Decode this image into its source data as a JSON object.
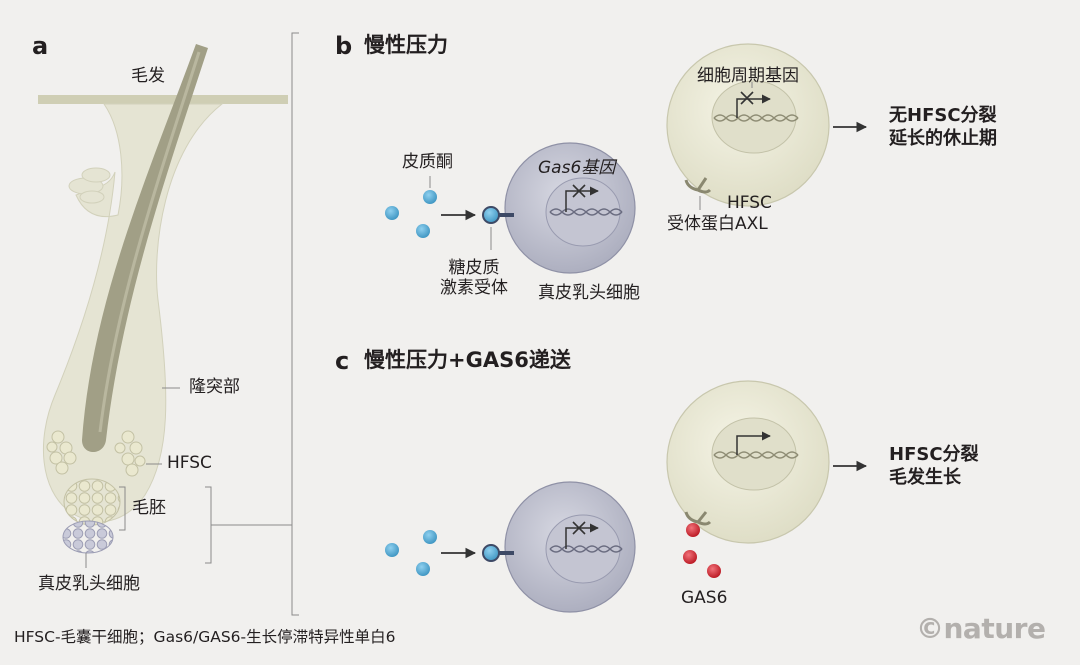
{
  "panel_a": {
    "letter": "a",
    "hair_label": "毛发",
    "bulge_label": "隆突部",
    "hfsc_label": "HFSC",
    "germ_label": "毛胚",
    "papilla_label": "真皮乳头细胞"
  },
  "panel_b": {
    "letter": "b",
    "title": "慢性压力",
    "hormone_label": "皮质酮",
    "receptor_label": "糖皮质\n激素受体",
    "gene_label": "Gas6基因",
    "papilla_label": "真皮乳头细胞",
    "cell_cycle_label": "细胞周期基因",
    "hfsc_label": "HFSC",
    "axl_label": "受体蛋白AXL",
    "outcome": "无HFSC分裂\n延长的休止期"
  },
  "panel_c": {
    "letter": "c",
    "title": "慢性压力+GAS6递送",
    "gas6_label": "GAS6",
    "outcome": "HFSC分裂\n毛发生长"
  },
  "footnote": "HFSC-毛囊干细胞；Gas6/GAS6-生长停滞特异性单白6",
  "logo": "©nature",
  "colors": {
    "background": "#f1f0ee",
    "follicle": "#e5e4d3",
    "hair": "#a19f86",
    "papilla_cell": "#c9c9d9",
    "hormone": "#4fa3cc",
    "gas6": "#c8202a",
    "hfsc_cell": "#e9e8d6"
  },
  "icons": [
    "arrow-icon",
    "cross-icon",
    "dna-icon"
  ]
}
